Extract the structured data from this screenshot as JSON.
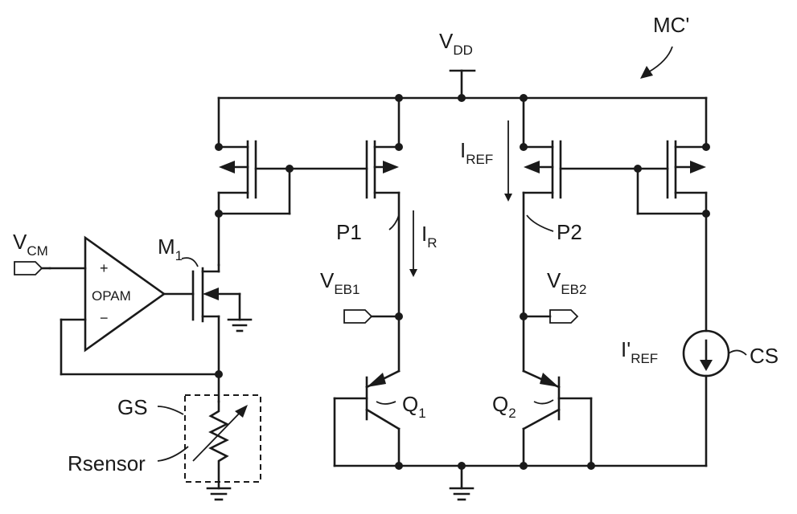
{
  "labels": {
    "figure_ref": "MC'",
    "vdd": {
      "main": "V",
      "sub": "DD"
    },
    "vcm": {
      "main": "V",
      "sub": "CM"
    },
    "m1": {
      "main": "M",
      "sub": "1"
    },
    "opamp": "OPAM",
    "plus": "+",
    "minus": "−",
    "p1": "P1",
    "p2": "P2",
    "ir": {
      "main": "I",
      "sub": "R"
    },
    "iref": {
      "main": "I",
      "sub": "REF"
    },
    "iref_prime": {
      "main": "I'",
      "sub": "REF"
    },
    "veb1": {
      "main": "V",
      "sub": "EB1"
    },
    "veb2": {
      "main": "V",
      "sub": "EB2"
    },
    "q1": {
      "main": "Q",
      "sub": "1"
    },
    "q2": {
      "main": "Q",
      "sub": "2"
    },
    "gs": "GS",
    "rsensor": "Rsensor",
    "cs": "CS"
  }
}
